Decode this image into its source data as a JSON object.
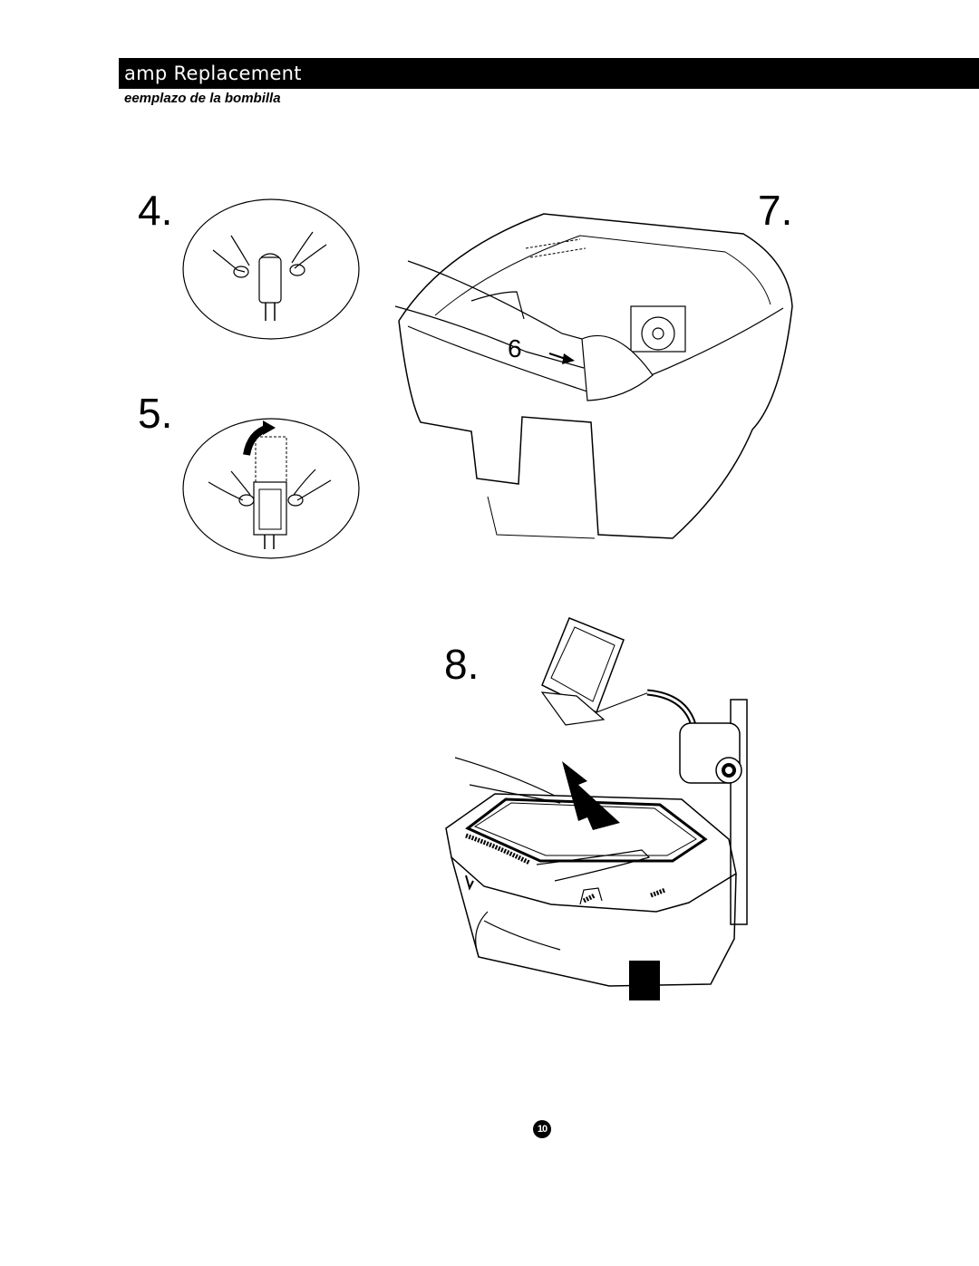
{
  "header": {
    "title": "amp Replacement",
    "subtitle": "eemplazo de la bombilla"
  },
  "steps": [
    {
      "number": "4."
    },
    {
      "number": "5."
    },
    {
      "number": "7."
    },
    {
      "number": "8."
    }
  ],
  "figure_7": {
    "callout_number": "6"
  },
  "footer": {
    "page_number": "10"
  },
  "colors": {
    "header_bg": "#000000",
    "header_text": "#ffffff",
    "ink": "#000000"
  }
}
